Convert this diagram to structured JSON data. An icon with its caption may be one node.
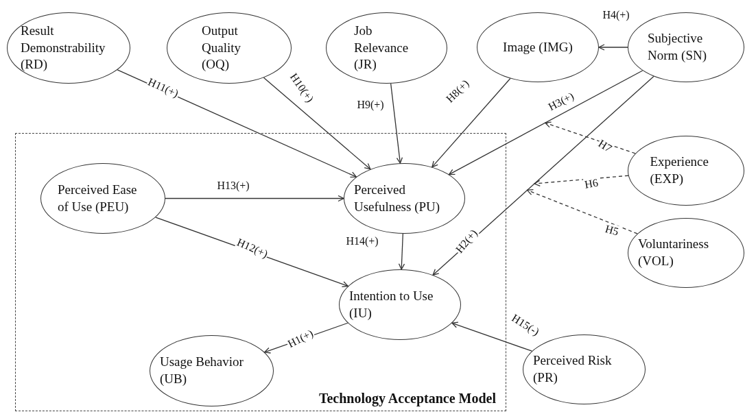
{
  "diagram": {
    "nodes": [
      {
        "text": [
          "Technology Acceptance Model"
        ]
      },
      {
        "text": [
          "Result Demonstrability (RD)"
        ]
      },
      {
        "text": [
          "Output Quality (OQ)"
        ]
      },
      {
        "text": [
          "Job Relevance (JR)"
        ]
      },
      {
        "text": [
          "Image (IMG)"
        ]
      },
      {
        "text": [
          "Subjective Norm (SN)"
        ]
      },
      {
        "text": [
          "Perceived Ease of Use (PEU)"
        ],
        "in": 0
      },
      {
        "text": [
          "Perceived Usefulness (PU)"
        ],
        "in": 0
      },
      {
        "text": [
          "Experience (EXP)"
        ]
      },
      {
        "text": [
          "Voluntariness (VOL)"
        ]
      },
      {
        "text": [
          "Intention to Use (IU)"
        ],
        "in": 0
      },
      {
        "text": [
          "Usage Behavior (UB)"
        ],
        "in": 0
      },
      {
        "text": [
          "Perceived Risk (PR)"
        ]
      }
    ],
    "edges": [
      {
        "from": 1,
        "to": 7,
        "arrow": "to",
        "label": "H11(+)"
      },
      {
        "from": 2,
        "to": 7,
        "arrow": "to",
        "label": "H10(+)"
      },
      {
        "from": 3,
        "to": 7,
        "arrow": "to",
        "label": "H9(+)"
      },
      {
        "from": 4,
        "to": 7,
        "arrow": "to",
        "label": "H8(+)"
      },
      {
        "from": 5,
        "to": 4,
        "arrow": "to",
        "label": "H4(+)"
      },
      {
        "from": 5,
        "to": 7,
        "arrow": "to",
        "label": "H3(+)"
      },
      {
        "from": 5,
        "to": 10,
        "arrow": "to",
        "label": "H2(+)"
      },
      {
        "from": 6,
        "to": 7,
        "arrow": "to",
        "label": "H13(+)"
      },
      {
        "from": 6,
        "to": 10,
        "arrow": "to",
        "label": "H12(+)"
      },
      {
        "from": 7,
        "to": 10,
        "arrow": "to",
        "label": "H14(+)"
      },
      {
        "from": 10,
        "to": 11,
        "arrow": "to",
        "label": "H1(+)"
      },
      {
        "from": 12,
        "to": 10,
        "arrow": "to",
        "label": "H15(-)"
      },
      {
        "from": 8,
        "to": null,
        "arrow": "to",
        "label": "H7",
        "style": "dashed"
      },
      {
        "from": 8,
        "to": null,
        "arrow": "to",
        "label": "H6",
        "style": "dashed"
      },
      {
        "from": 9,
        "to": null,
        "arrow": "to",
        "label": "H5",
        "style": "dashed"
      }
    ]
  }
}
